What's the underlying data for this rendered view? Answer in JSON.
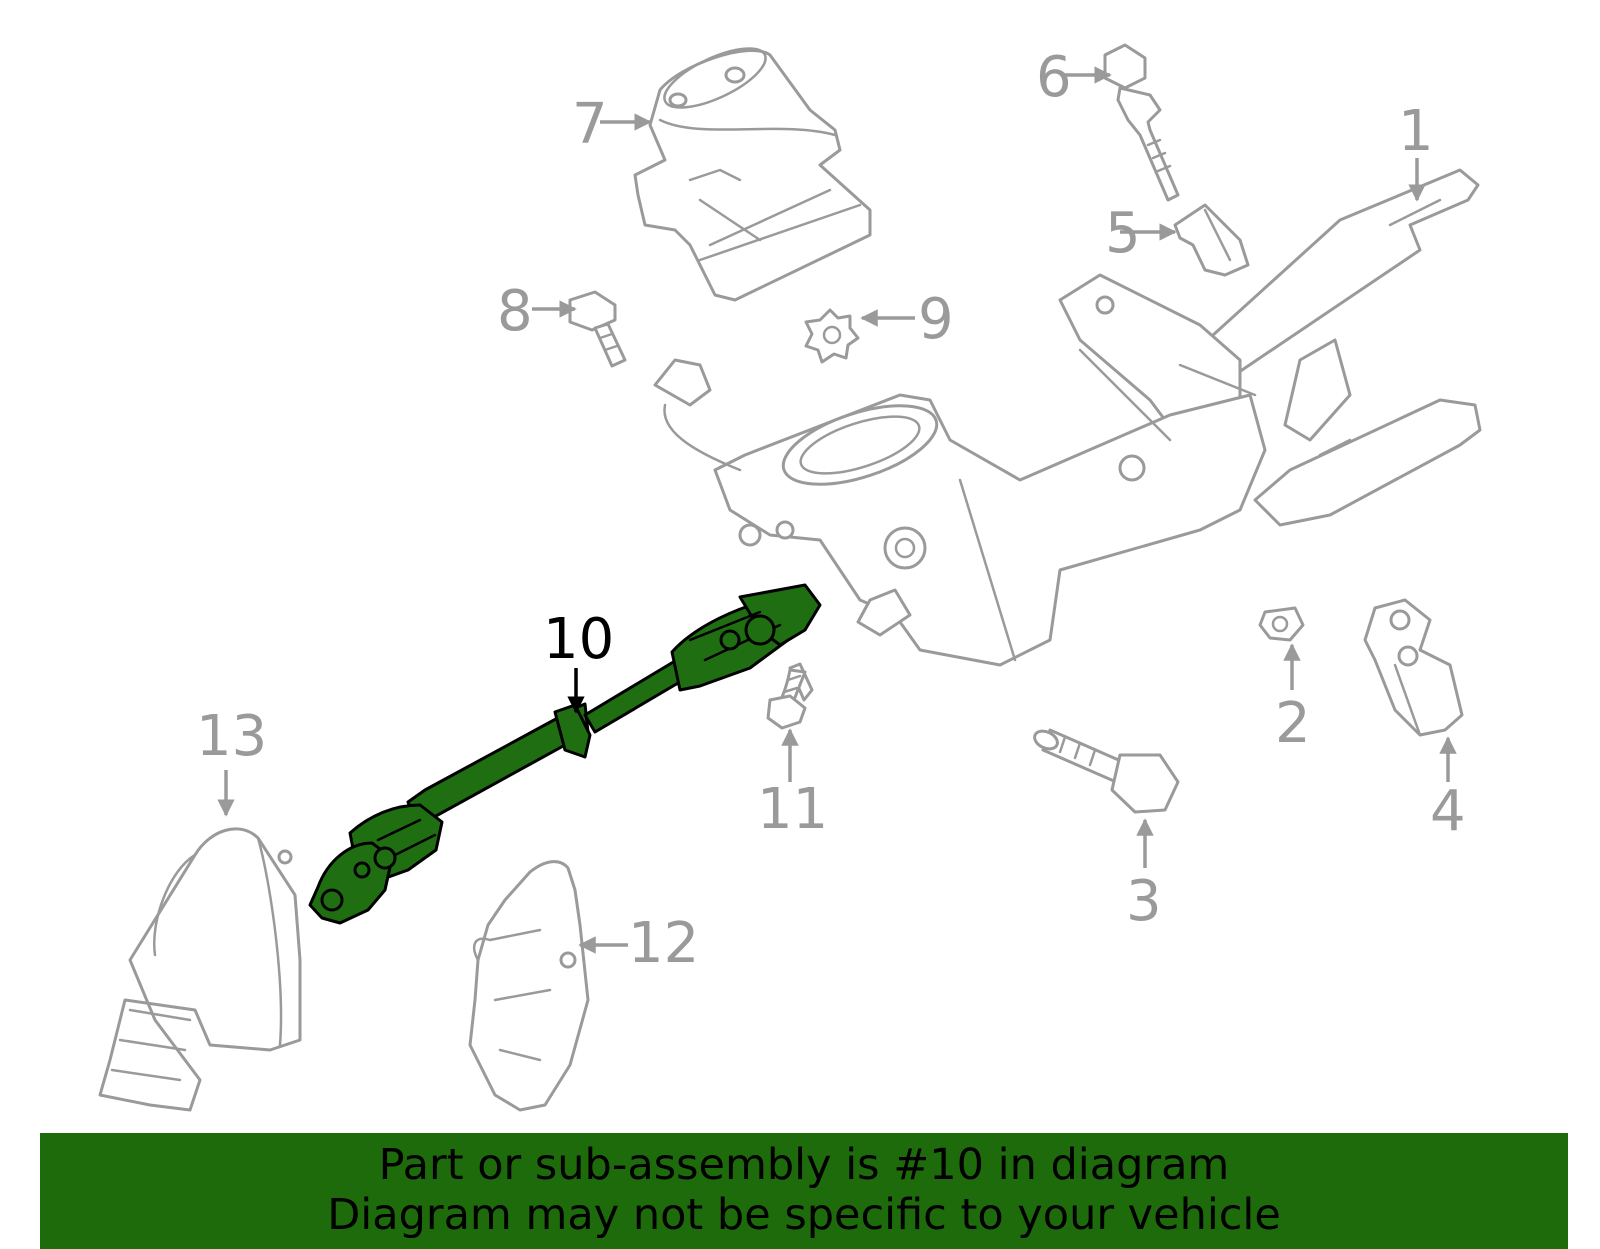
{
  "callouts": {
    "c1": "1",
    "c2": "2",
    "c3": "3",
    "c4": "4",
    "c5": "5",
    "c6": "6",
    "c7": "7",
    "c8": "8",
    "c9": "9",
    "c10": "10",
    "c11": "11",
    "c12": "12",
    "c13": "13"
  },
  "highlighted_part": "10",
  "colors": {
    "highlight_fill": "#1f6f12",
    "banner": "#1e6b0c",
    "line": "#9a9a9a"
  },
  "banner": {
    "line1": "Part or sub-assembly is #10 in diagram",
    "line2": "Diagram may not be specific to your vehicle"
  }
}
